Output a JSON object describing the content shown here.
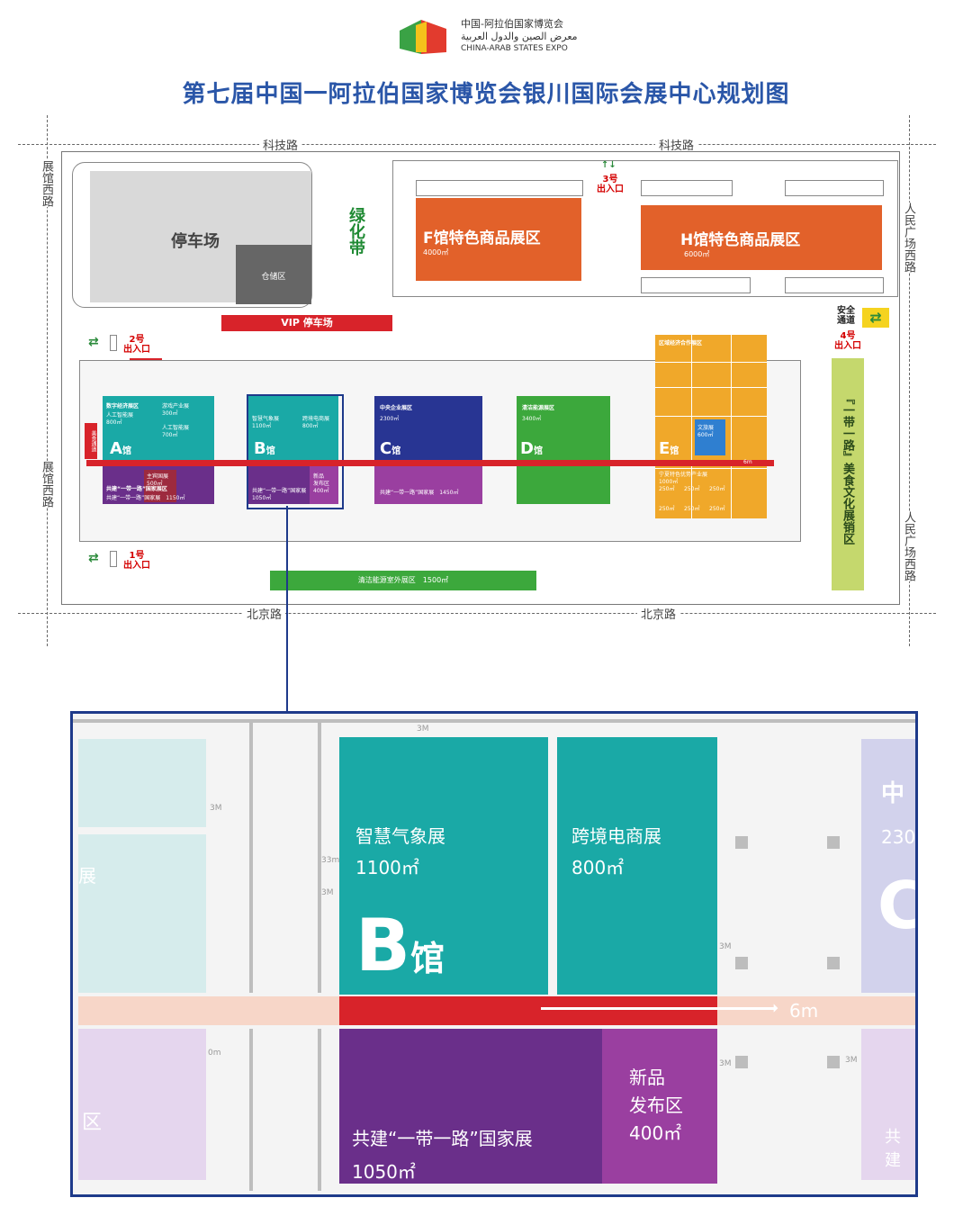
{
  "logo": {
    "line1": "中国-阿拉伯国家博览会",
    "line2": "معرض الصين والدول العربية",
    "line3": "CHINA-ARAB STATES EXPO"
  },
  "title": "第七届中国一阿拉伯国家博览会银川国际会展中心规划图",
  "roads": {
    "north_1": "科技路",
    "north_2": "科技路",
    "south_1": "北京路",
    "south_2": "北京路",
    "west_1": "展馆西路",
    "west_2": "展馆西路",
    "east_1": "人民广场西路",
    "east_2": "人民广场西路"
  },
  "areas": {
    "parking": "停车场",
    "warehouse": "仓储区",
    "greenbelt": "绿化带",
    "vip_parking": "VIP 停车场",
    "f_hall": {
      "name": "F馆特色商品展区",
      "area": "4000㎡"
    },
    "h_hall": {
      "name": "H馆特色商品展区",
      "area": "6000㎡"
    },
    "safety": "安全通道",
    "belt_road_food": "『一带一路』美食文化展销区",
    "clean_energy_outdoor": "清洁能源室外展区　1500㎡",
    "meishi_channel": "美食通道"
  },
  "exits": {
    "exit1": "1号\n出入口",
    "exit2": "2号\n出入口",
    "exit3": "3号\n出入口",
    "exit4": "4号\n出入口"
  },
  "halls": {
    "a": {
      "letter": "A",
      "suffix": "馆",
      "zone1": "数字经济展区",
      "zone1_sub": "人工智能展\n800㎡",
      "zone2": "游戏产业展\n300㎡",
      "zone3": "人工智能展\n700㎡",
      "zone4": "共建“一带一路”国家展区",
      "zone4_sub": "共建“一带一路”国家展　1150㎡",
      "zone5": "主宾国展\n500㎡"
    },
    "b": {
      "letter": "B",
      "suffix": "馆",
      "zone1": "智慧气象展\n1100㎡",
      "zone2": "跨境电商展\n800㎡",
      "zone3": "共建“一带一路”国家展\n1050㎡",
      "zone4": "新品\n发布区\n400㎡"
    },
    "c": {
      "letter": "C",
      "suffix": "馆",
      "zone1": "中央企业展区",
      "zone1_sub": "2300㎡",
      "zone2": "共建“一带一路”国家展　1450㎡"
    },
    "d": {
      "letter": "D",
      "suffix": "馆",
      "zone1": "清洁能源展区",
      "zone1_sub": "3400㎡"
    },
    "e": {
      "letter": "E",
      "suffix": "馆",
      "zone1": "区域经济合作展区",
      "zone2": "文旅展\n600㎡",
      "zone3": "宁夏特色优势产业展\n1000㎡",
      "zone3_sub": [
        "250㎡",
        "250㎡",
        "250㎡",
        "250㎡",
        "250㎡",
        "250㎡"
      ]
    }
  },
  "corridor_label": "6m",
  "zoom": {
    "b_letter": "B",
    "b_suffix": "馆",
    "zone1_name": "智慧气象展",
    "zone1_area": "1100㎡",
    "zone2_name": "跨境电商展",
    "zone2_area": "800㎡",
    "zone3_name": "共建“一带一路”国家展",
    "zone3_area": "1050㎡",
    "zone4_name1": "新品",
    "zone4_name2": "发布区",
    "zone4_area": "400㎡",
    "corridor": "6m",
    "c_partial1": "中",
    "c_partial2": "230",
    "c_letter": "C",
    "left_partial1": "展",
    "left_partial2": "区",
    "right_partial": "共建",
    "dim_3m": "3M",
    "dim_3m_b": "3M",
    "dim_3m_c": "3M",
    "dim_3m_d": "3M",
    "dim_3m_e": "3M",
    "dim_3m_f": "3M",
    "dim_33m": "33m",
    "dim_0m": "0m"
  },
  "colors": {
    "title": "#2a56a8",
    "teal": "#1aa9a6",
    "purple": "#6a2f8a",
    "magenta": "#9a3fa0",
    "navy": "#283593",
    "green": "#3ca83c",
    "orange": "#e2612a",
    "yellow": "#f0a82a",
    "red": "#d8232a",
    "lime": "#c5d86d"
  }
}
